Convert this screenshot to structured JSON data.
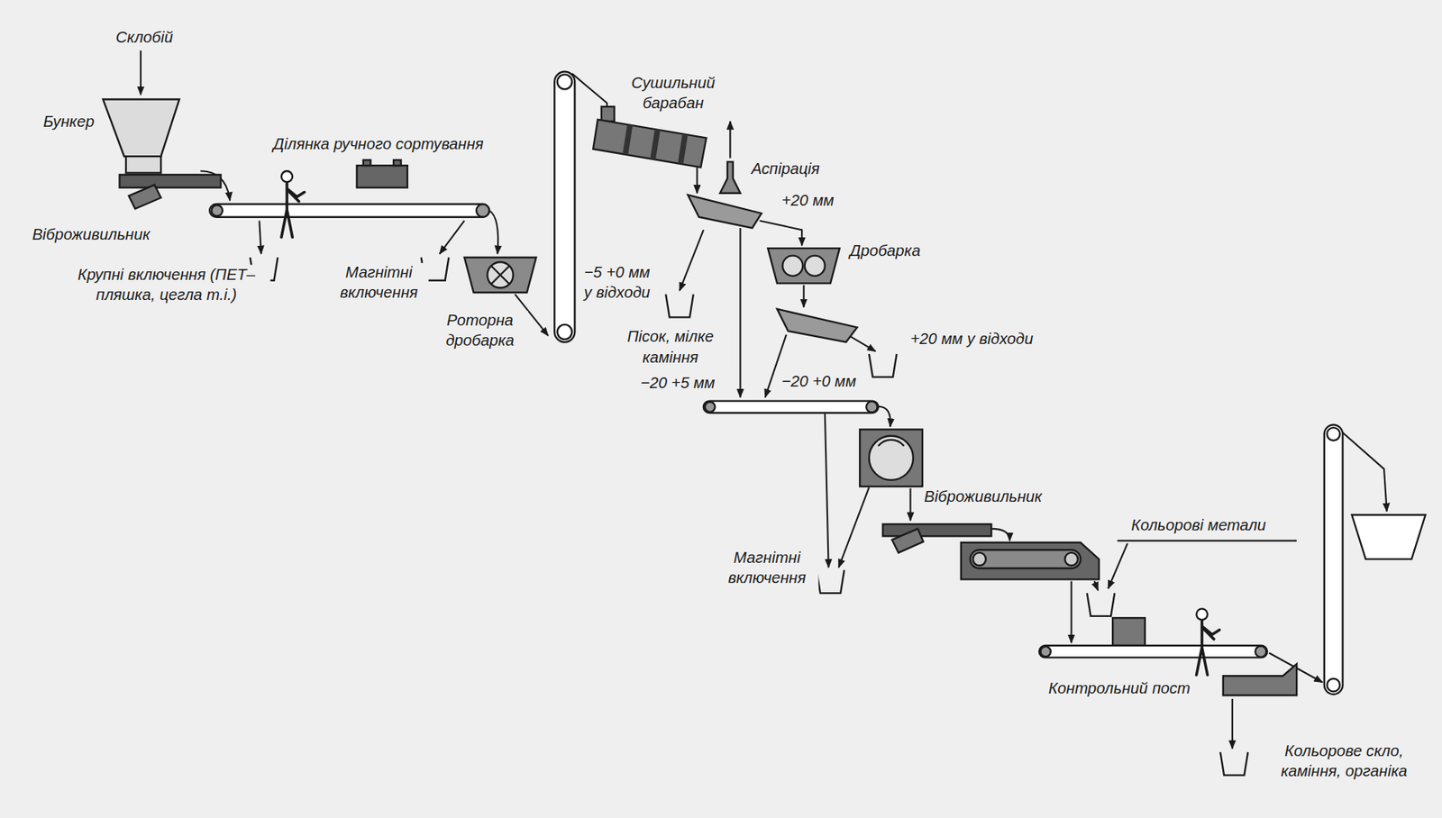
{
  "diagram": {
    "labels": [
      "Склобій",
      "Бункер",
      "Віброживильник",
      "Ділянка ручного сортування",
      "Крупні включення (ПЕТ–пляшка, цегла т.і.)",
      "Магнітні включення",
      "Роторна дробарка",
      "Сушильний барабан",
      "Аспірація",
      "+20 мм",
      "−5 +0 мм у відходи",
      "Дробарка",
      "Пісок, мілке каміння",
      "−20 +5 мм",
      "+20 мм у відходи",
      "−20 +0 мм",
      "Віброживильник",
      "Магнітні включення",
      "Кольорові метали",
      "Контрольний пост",
      "Кольорове скло, каміння, органіка"
    ]
  }
}
